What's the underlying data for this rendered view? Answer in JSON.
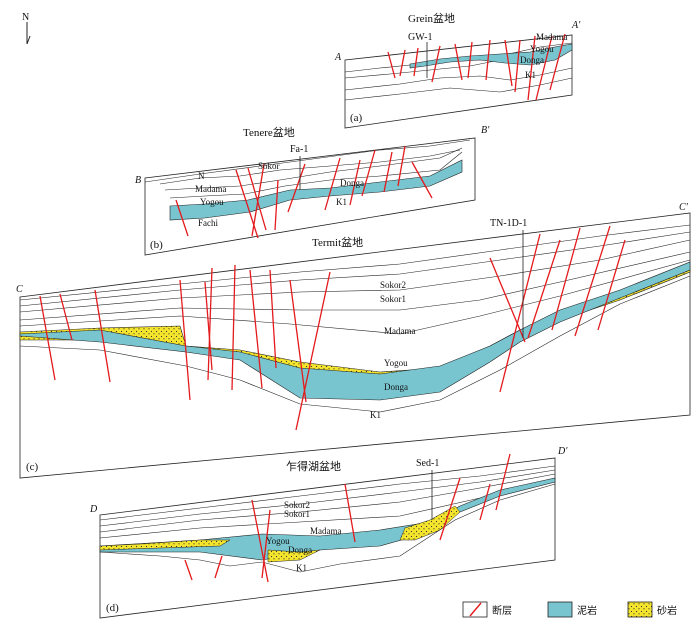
{
  "north": "N",
  "colors": {
    "fault": "#e41a1c",
    "mudstone": "#78c5d0",
    "sandstone": "#f5e52c",
    "line": "#222222"
  },
  "panels": {
    "a": {
      "id": "(a)",
      "title": "Grein盆地",
      "end_left": "A",
      "end_right": "A'",
      "well": "GW-1",
      "units": {
        "madama": "Madama",
        "yogou": "Yogou",
        "donga": "Donga",
        "k1": "K1"
      }
    },
    "b": {
      "id": "(b)",
      "title": "Tenere盆地",
      "end_left": "B",
      "end_right": "B'",
      "well": "Fa-1",
      "units": {
        "n": "N",
        "sokor": "Sokor",
        "madama": "Madama",
        "yogou": "Yogou",
        "fachi": "Fachi",
        "donga": "Donga",
        "k1": "K1"
      }
    },
    "c": {
      "id": "(c)",
      "title": "Termit盆地",
      "end_left": "C",
      "end_right": "C'",
      "well": "TN-1D-1",
      "units": {
        "sokor2": "Sokor2",
        "sokor1": "Sokor1",
        "madama": "Madama",
        "yogou": "Yogou",
        "donga": "Donga",
        "k1": "K1"
      }
    },
    "d": {
      "id": "(d)",
      "title": "乍得湖盆地",
      "end_left": "D",
      "end_right": "D'",
      "well": "Sed-1",
      "units": {
        "sokor2": "Sokor2",
        "sokor1": "Sokor1",
        "madama": "Madama",
        "yogou": "Yogou",
        "donga": "Donga",
        "k1": "K1"
      }
    }
  },
  "legend": [
    {
      "key": "fault",
      "label": "断层"
    },
    {
      "key": "mudstone",
      "label": "泥岩"
    },
    {
      "key": "sandstone",
      "label": "砂岩"
    }
  ]
}
